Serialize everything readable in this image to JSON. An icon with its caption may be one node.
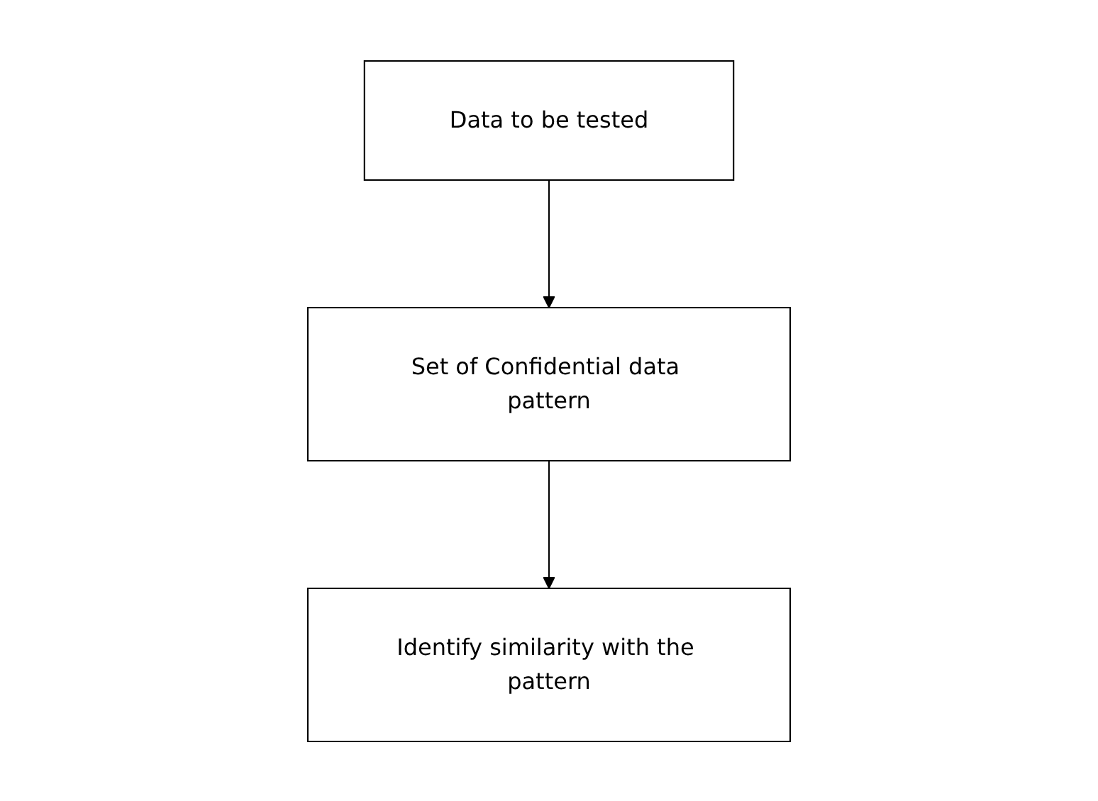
{
  "diagram": {
    "nodes": [
      {
        "text": [
          "Set of Confidential data pattern"
        ]
      },
      {
        "text": [
          "Data to be tested"
        ]
      },
      {
        "text": [
          "Identify similarity with the pattern"
        ]
      }
    ],
    "edges": [
      {
        "from": 1,
        "to": 0,
        "arrow": "to"
      },
      {
        "from": 0,
        "to": 2,
        "arrow": "to"
      }
    ]
  }
}
